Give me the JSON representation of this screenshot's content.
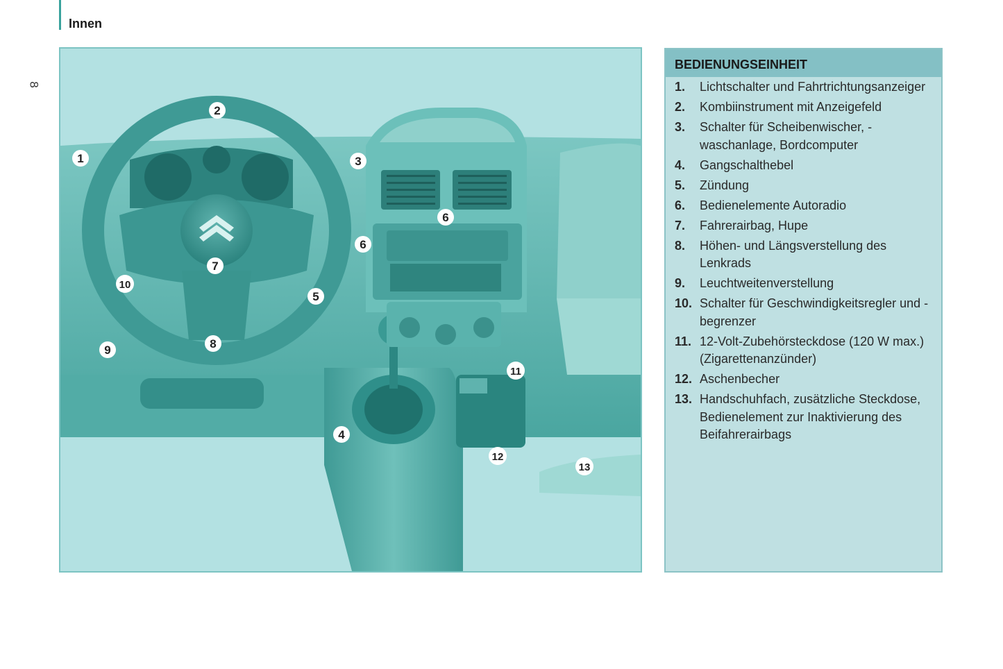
{
  "header": {
    "section_title": "Innen",
    "page_number": "8"
  },
  "panel": {
    "title": "BEDIENUNGSEINHEIT",
    "items": [
      {
        "num": "1.",
        "text": "Lichtschalter und Fahrtrichtungsanzeiger"
      },
      {
        "num": "2.",
        "text": "Kombiinstrument mit Anzeigefeld"
      },
      {
        "num": "3.",
        "text": "Schalter für Scheibenwischer, -waschanlage, Bordcomputer"
      },
      {
        "num": "4.",
        "text": "Gangschalthebel"
      },
      {
        "num": "5.",
        "text": "Zündung"
      },
      {
        "num": "6.",
        "text": "Bedienelemente Autoradio"
      },
      {
        "num": "7.",
        "text": "Fahrerairbag, Hupe"
      },
      {
        "num": "8.",
        "text": "Höhen- und Längsverstellung des Lenkrads"
      },
      {
        "num": "9.",
        "text": "Leuchtweitenverstellung"
      },
      {
        "num": "10.",
        "text": "Schalter für Geschwindigkeitsregler und -begrenzer"
      },
      {
        "num": "11.",
        "text": "12-Volt-Zubehörsteckdose (120 W max.) (Zigarettenanzünder)"
      },
      {
        "num": "12.",
        "text": "Aschenbecher"
      },
      {
        "num": "13.",
        "text": "Handschuhfach, zusätzliche Steckdose, Bedienelement zur Inaktivierung des Beifahrerairbags"
      }
    ]
  },
  "callouts": [
    "1",
    "2",
    "3",
    "4",
    "5",
    "6",
    "6",
    "7",
    "8",
    "9",
    "10",
    "11",
    "12",
    "13"
  ],
  "colors": {
    "background": "#b3e1e2",
    "dashboard": "#5db3ae",
    "dashboard_dark": "#2f8f8a",
    "panel_header": "#84c0c5",
    "panel_body": "#bfe0e2",
    "accent": "#3aa39d"
  }
}
